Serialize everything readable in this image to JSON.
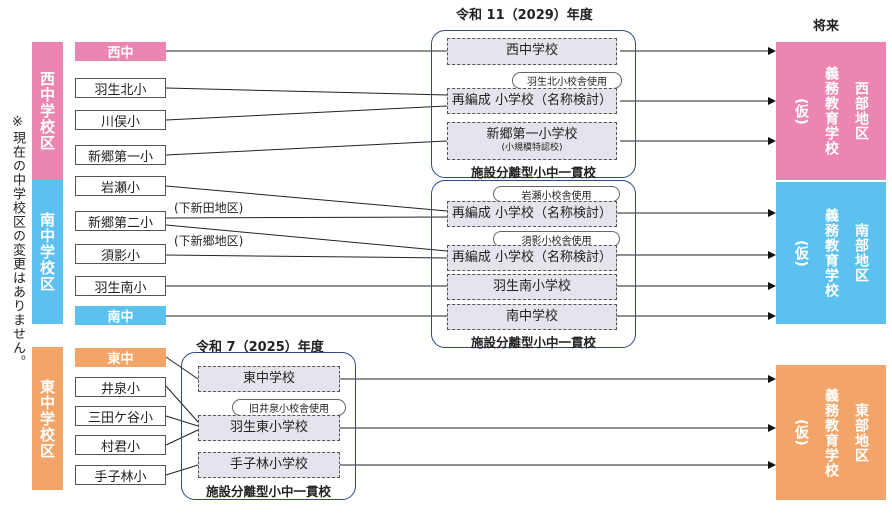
{
  "header": {
    "year_2029": "令和 11（2029）年度",
    "year_2025": "令和 7（2025）年度",
    "future": "将来"
  },
  "remark": "※現在の中学校区の変更はありません。",
  "colors": {
    "west": "#ec85b1",
    "south": "#5bc2ef",
    "east": "#f3a468",
    "school_fill": "#e4e4ec",
    "frame": "#2d4a8a"
  },
  "districts": {
    "west": "西中学校区",
    "south": "南中学校区",
    "east": "東中学校区"
  },
  "west": {
    "elements": [
      "西中",
      "羽生北小",
      "川俣小",
      "新郷第一小"
    ],
    "schools": [
      "西中学校",
      "再編成 小学校（名称検討）",
      "新郷第一小学校"
    ],
    "school3_note": "(小規模特認校)",
    "pill": "羽生北小校舎使用",
    "caption": "施設分離型小中一貫校"
  },
  "south": {
    "elements": [
      "岩瀬小",
      "新郷第二小",
      "須影小",
      "羽生南小",
      "南中"
    ],
    "subarea_1": "(下新田地区)",
    "subarea_2": "(下新郷地区)",
    "schools": [
      "再編成 小学校（名称検討）",
      "再編成 小学校（名称検討）",
      "羽生南小学校",
      "南中学校"
    ],
    "pill_1": "岩瀬小校舎使用",
    "pill_2": "須影小校舎使用",
    "caption": "施設分離型小中一貫校"
  },
  "east": {
    "elements": [
      "東中",
      "井泉小",
      "三田ケ谷小",
      "村君小",
      "手子林小"
    ],
    "schools": [
      "東中学校",
      "羽生東小学校",
      "手子林小学校"
    ],
    "pill": "旧井泉小校舎使用",
    "caption": "施設分離型小中一貫校"
  },
  "future_boxes": {
    "west": {
      "kari": "(仮)",
      "name": "義務教育学校",
      "area": "西部地区"
    },
    "south": {
      "kari": "(仮)",
      "name": "義務教育学校",
      "area": "南部地区"
    },
    "east": {
      "kari": "(仮)",
      "name": "義務教育学校",
      "area": "東部地区"
    }
  }
}
